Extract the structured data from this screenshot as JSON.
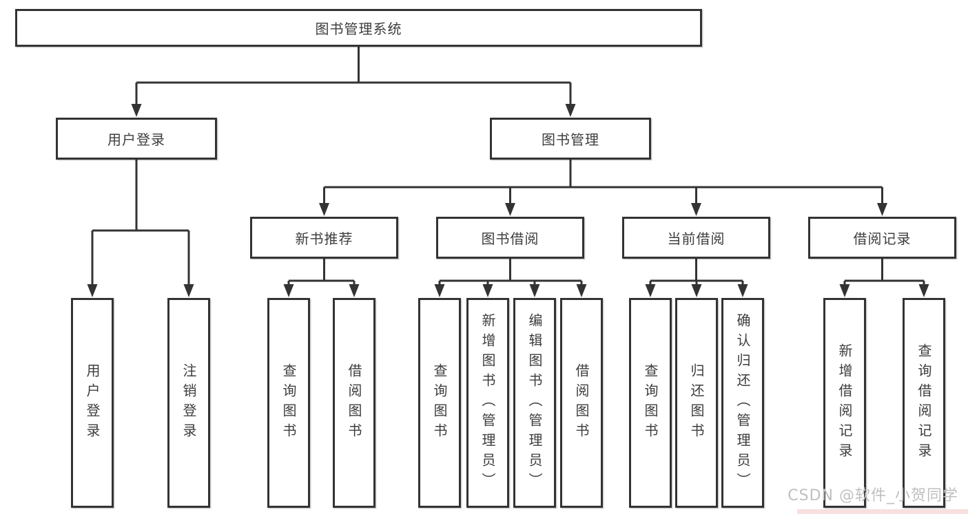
{
  "diagram": {
    "root": {
      "label": "图书管理系统"
    },
    "level2": [
      {
        "label": "用户登录"
      },
      {
        "label": "图书管理"
      }
    ],
    "level3": [
      {
        "label": "新书推荐"
      },
      {
        "label": "图书借阅"
      },
      {
        "label": "当前借阅"
      },
      {
        "label": "借阅记录"
      }
    ],
    "leaves": [
      {
        "label": "用户登录"
      },
      {
        "label": "注销登录"
      },
      {
        "label": "查询图书"
      },
      {
        "label": "借阅图书"
      },
      {
        "label": "查询图书"
      },
      {
        "label": "新增图书（管理员）"
      },
      {
        "label": "编辑图书（管理员）"
      },
      {
        "label": "借阅图书"
      },
      {
        "label": "查询图书"
      },
      {
        "label": "归还图书"
      },
      {
        "label": "确认归还（管理员）"
      },
      {
        "label": "新增借阅记录"
      },
      {
        "label": "查询借阅记录"
      }
    ]
  },
  "watermark": {
    "text": "CSDN @软件_小贺同学"
  },
  "colors": {
    "line": "#333333",
    "text": "#3d3d3d",
    "background": "#ffffff",
    "watermark": "#bfbfbf",
    "watermark_accent": "#f8e0e0"
  }
}
